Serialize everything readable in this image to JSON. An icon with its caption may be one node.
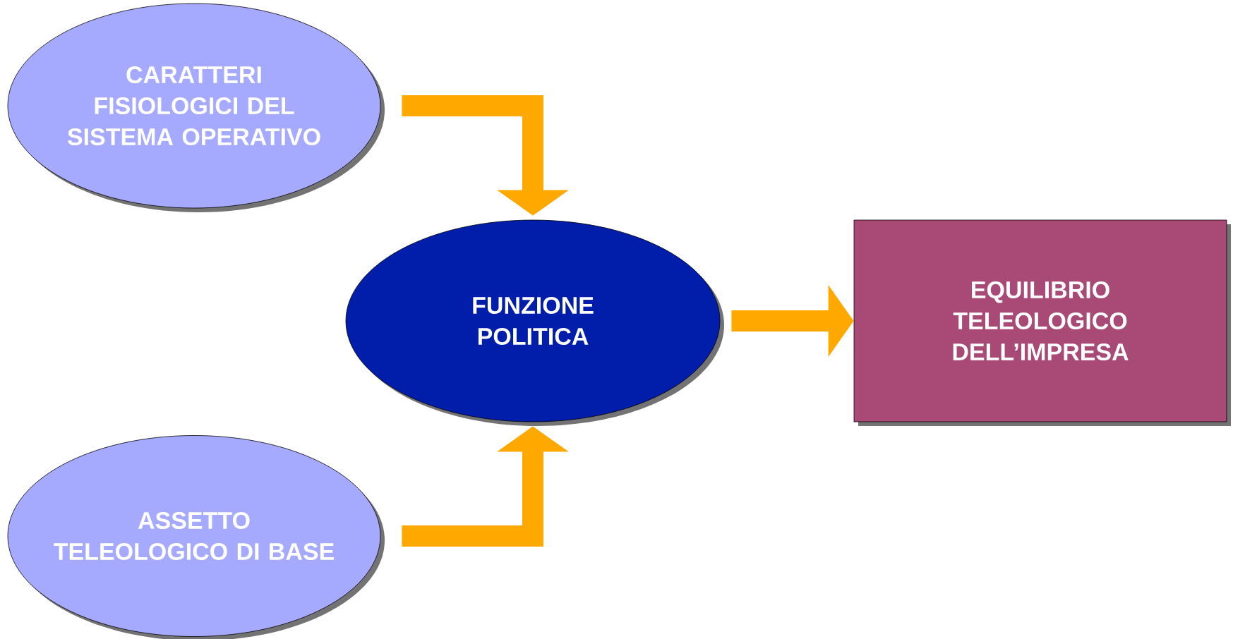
{
  "diagram": {
    "nodes": [
      {
        "text": [
          "CARATTERI FISIOLOGICI DEL SISTEMA OPERATIVO"
        ]
      },
      {
        "text": [
          "ASSETTO TELEOLOGICO DI BASE"
        ]
      },
      {
        "text": [
          "FUNZIONE POLITICA"
        ]
      },
      {
        "text": [
          "EQUILIBRIO TELEOLOGICO DELL’IMPRESA"
        ]
      }
    ],
    "edges": [
      {
        "from": 0,
        "to": 2,
        "arrow": "to"
      },
      {
        "from": 1,
        "to": 2,
        "arrow": "to"
      },
      {
        "from": 2,
        "to": 3,
        "arrow": "to"
      }
    ]
  }
}
